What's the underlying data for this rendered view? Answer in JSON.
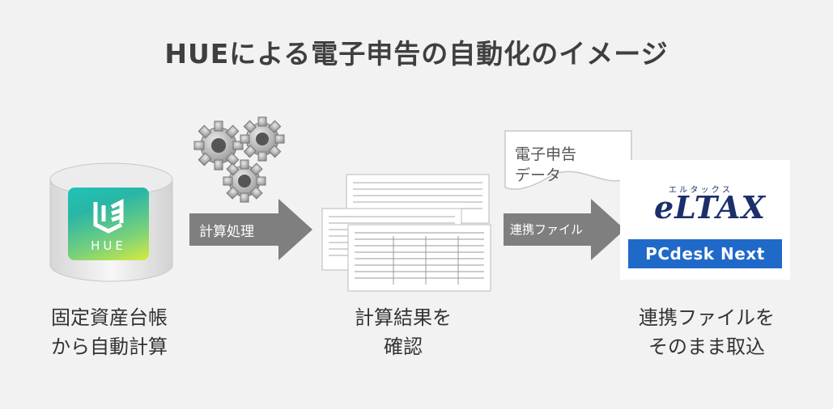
{
  "title": "HUEによる電子申告の自動化のイメージ",
  "hue_logo_text": "HUE",
  "arrow1_label": "計算処理",
  "arrow2_label": "連携ファイル",
  "document": {
    "line1": "電子申告",
    "line2": "データ"
  },
  "eltax": {
    "ruby": "エ ル タ ッ ク ス",
    "logo": "eLTAX",
    "product": "PCdesk Next"
  },
  "captions": {
    "left": {
      "line1": "固定資産台帳",
      "line2": "から自動計算"
    },
    "middle": {
      "line1": "計算結果を",
      "line2": "確認"
    },
    "right": {
      "line1": "連携ファイルを",
      "line2": "そのまま取込"
    }
  },
  "colors": {
    "arrow": "#7f7f7f",
    "pcdesk": "#1f69c9",
    "eltax_navy": "#1c2f6b",
    "hue_gradient_start": "#1ec3b9",
    "hue_gradient_end": "#d9ea3c"
  }
}
